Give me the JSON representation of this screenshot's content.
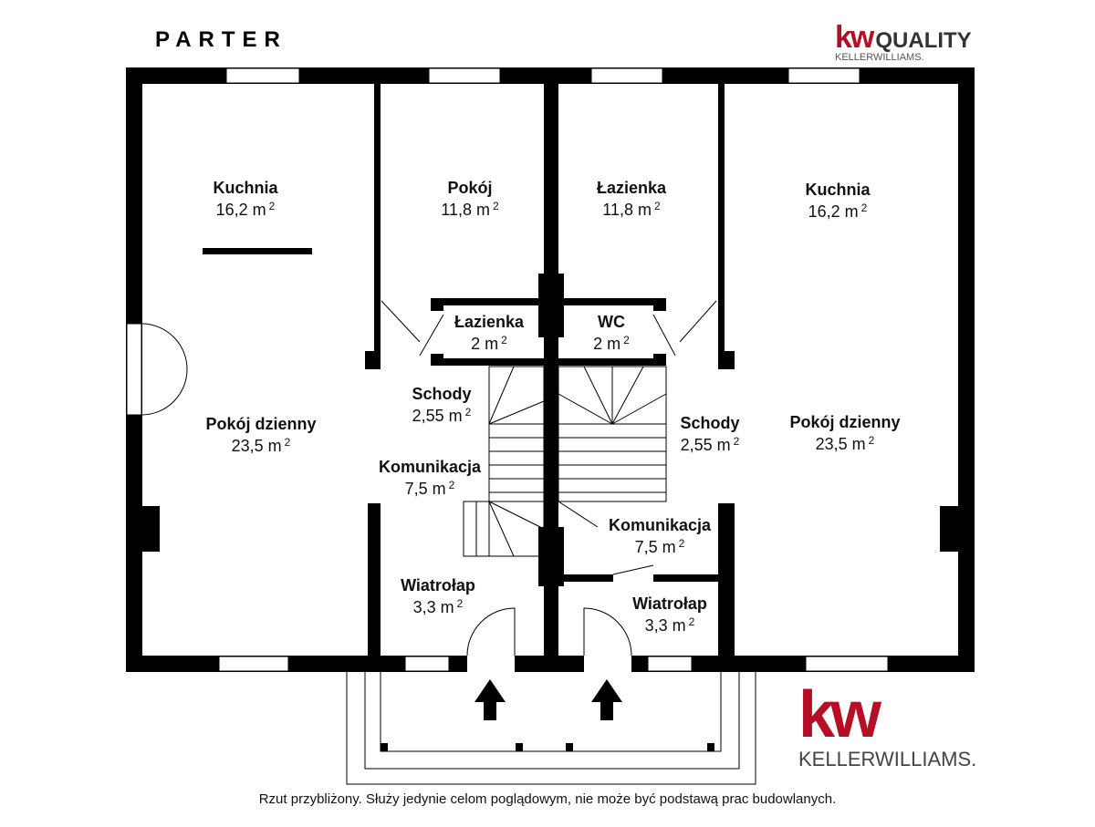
{
  "title": "PARTER",
  "logo_top": {
    "kw": "kw",
    "quality": "QUALITY",
    "keller": "KELLERWILLIAMS."
  },
  "logo_bottom": {
    "kw": "kw",
    "keller": "KELLERWILLIAMS."
  },
  "rooms": [
    {
      "name": "Kuchnia",
      "area": "16,2 m",
      "sup": "2"
    },
    {
      "name": "Pokój",
      "area": "11,8 m",
      "sup": "2"
    },
    {
      "name": "Łazienka",
      "area": "11,8 m",
      "sup": "2"
    },
    {
      "name": "Kuchnia",
      "area": "16,2 m",
      "sup": "2"
    },
    {
      "name": "Łazienka",
      "area": "2 m",
      "sup": "2"
    },
    {
      "name": "WC",
      "area": "2 m",
      "sup": "2"
    },
    {
      "name": "Schody",
      "area": "2,55 m",
      "sup": "2"
    },
    {
      "name": "Schody",
      "area": "2,55 m",
      "sup": "2"
    },
    {
      "name": "Pokój dzienny",
      "area": "23,5 m",
      "sup": "2"
    },
    {
      "name": "Pokój dzienny",
      "area": "23,5 m",
      "sup": "2"
    },
    {
      "name": "Komunikacja",
      "area": "7,5 m",
      "sup": "2"
    },
    {
      "name": "Komunikacja",
      "area": "7,5 m",
      "sup": "2"
    },
    {
      "name": "Wiatrołap",
      "area": "3,3 m",
      "sup": "2"
    },
    {
      "name": "Wiatrołap",
      "area": "3,3 m",
      "sup": "2"
    }
  ],
  "footer": "Rzut przybliżony. Służy jedynie celom poglądowym, nie może być podstawą prac budowlanych.",
  "colors": {
    "wall": "#000000",
    "brand": "#b40f26"
  }
}
